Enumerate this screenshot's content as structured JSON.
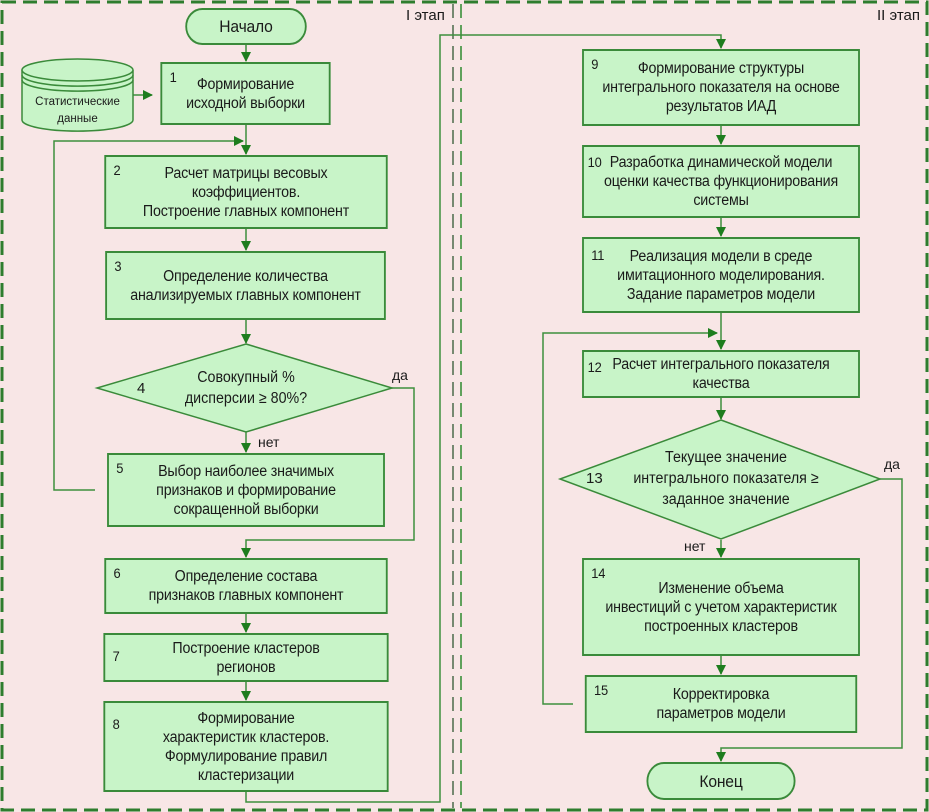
{
  "stages": {
    "stage1": "I этап",
    "stage2": "II этап"
  },
  "start": "Начало",
  "end": "Конец",
  "data_source": "Статистические\nданные",
  "steps": [
    {
      "num": "1",
      "text": "Формирование\nисходной выборки"
    },
    {
      "num": "2",
      "text": "Расчет матрицы весовых\nкоэффициентов.\nПостроение главных компонент"
    },
    {
      "num": "3",
      "text": "Определение количества\nанализируемых главных компонент"
    },
    {
      "num": "4",
      "text": "Совокупный %\nдисперсии ≥ 80%?"
    },
    {
      "num": "5",
      "text": "Выбор наиболее значимых\nпризнаков и формирование\nсокращенной выборки"
    },
    {
      "num": "6",
      "text": "Определение состава\nпризнаков главных компонент"
    },
    {
      "num": "7",
      "text": "Построение кластеров\nрегионов"
    },
    {
      "num": "8",
      "text": "Формирование\nхарактеристик кластеров.\nФормулирование правил\nкластеризации"
    },
    {
      "num": "9",
      "text": "Формирование структуры\nинтегрального показателя на основе\nрезультатов ИАД"
    },
    {
      "num": "10",
      "text": "Разработка динамической модели\nоценки качества функционирования\nсистемы"
    },
    {
      "num": "11",
      "text": "Реализация модели в среде\nимитационного моделирования.\nЗадание параметров модели"
    },
    {
      "num": "12",
      "text": "Расчет интегрального показателя\nкачества"
    },
    {
      "num": "13",
      "text": "Текущее значение\nинтегрального показателя ≥\nзаданное значение"
    },
    {
      "num": "14",
      "text": "Изменение объема\nинвестиций с учетом характеристик\nпостроенных кластеров"
    },
    {
      "num": "15",
      "text": "Корректировка\nпараметров модели"
    }
  ],
  "branch_labels": {
    "yes4": "да",
    "no4": "нет",
    "yes13": "да",
    "no13": "нет"
  },
  "colors": {
    "background": "#f8e6e6",
    "node_fill": "#c8f4c8",
    "node_stroke": "#3a8a3a",
    "arrow": "#1e7d1e",
    "border_dash": "#2e7d2e"
  }
}
